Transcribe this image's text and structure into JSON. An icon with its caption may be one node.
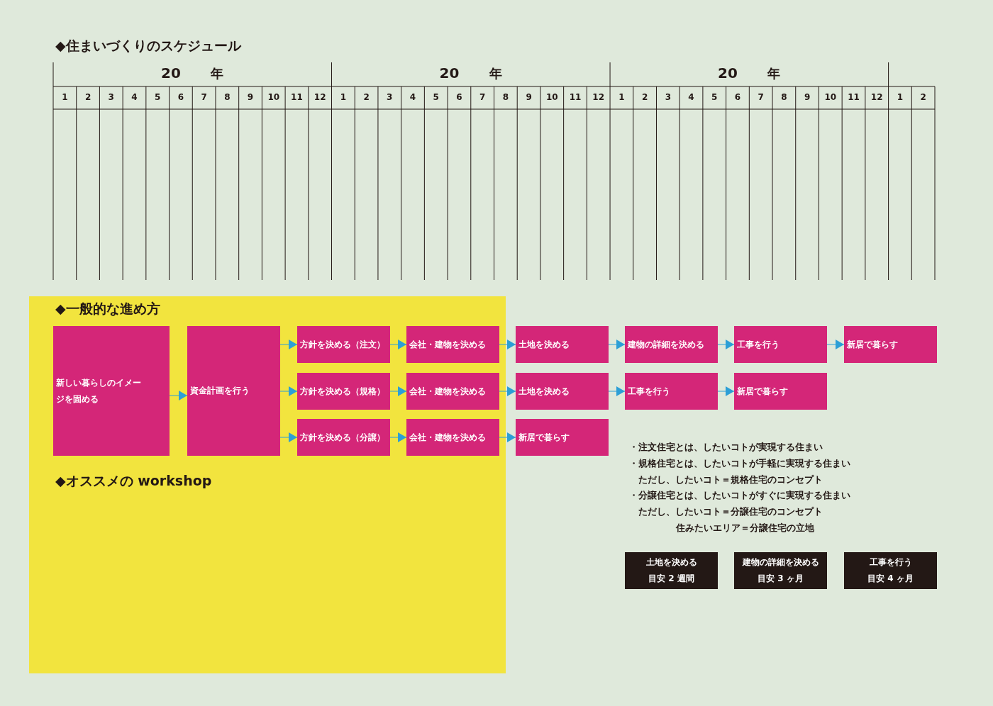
{
  "diagram": {
    "title": "◆住まいづくりのスケジュール",
    "nodes": [
      {
        "text": [
          "◆一般的な進め方",
          "◆オススメの workshop"
        ]
      },
      {
        "text": [
          "新しい暮らしのイメージを固める"
        ],
        "in": 0
      },
      {
        "text": [
          "資金計画を行う"
        ],
        "in": 0
      },
      {
        "text": [
          "方針を決める（注文）"
        ],
        "in": 0
      },
      {
        "text": [
          "会社・建物を決める"
        ],
        "in": 0
      },
      {
        "text": [
          "土地を決める"
        ]
      },
      {
        "text": [
          "建物の詳細を決める"
        ]
      },
      {
        "text": [
          "工事を行う"
        ]
      },
      {
        "text": [
          "新居で暮らす"
        ]
      },
      {
        "text": [
          "方針を決める（規格）"
        ],
        "in": 0
      },
      {
        "text": [
          "会社・建物を決める"
        ],
        "in": 0
      },
      {
        "text": [
          "土地を決める"
        ]
      },
      {
        "text": [
          "工事を行う"
        ]
      },
      {
        "text": [
          "新居で暮らす"
        ]
      },
      {
        "text": [
          "方針を決める（分譲）"
        ],
        "in": 0
      },
      {
        "text": [
          "会社・建物を決める"
        ],
        "in": 0
      },
      {
        "text": [
          "新居で暮らす"
        ]
      },
      {
        "text": [
          "土地を決める",
          "目安 2 週間"
        ]
      },
      {
        "text": [
          "建物の詳細を決める",
          "目安 3 ヶ月"
        ]
      },
      {
        "text": [
          "工事を行う",
          "目安 4 ヶ月"
        ]
      }
    ],
    "edges": [
      {
        "from": 1,
        "to": 2,
        "arrow": "to"
      },
      {
        "from": 2,
        "to": 3,
        "arrow": "to"
      },
      {
        "from": 2,
        "to": 9,
        "arrow": "to"
      },
      {
        "from": 2,
        "to": 14,
        "arrow": "to"
      },
      {
        "from": 3,
        "to": 4,
        "arrow": "to"
      },
      {
        "from": 4,
        "to": 5,
        "arrow": "to"
      },
      {
        "from": 5,
        "to": 6,
        "arrow": "to"
      },
      {
        "from": 6,
        "to": 7,
        "arrow": "to"
      },
      {
        "from": 7,
        "to": 8,
        "arrow": "to"
      },
      {
        "from": 9,
        "to": 10,
        "arrow": "to"
      },
      {
        "from": 10,
        "to": 11,
        "arrow": "to"
      },
      {
        "from": 11,
        "to": 12,
        "arrow": "to"
      },
      {
        "from": 12,
        "to": 13,
        "arrow": "to"
      },
      {
        "from": 14,
        "to": 15,
        "arrow": "to"
      },
      {
        "from": 15,
        "to": 16,
        "arrow": "to"
      }
    ],
    "labels": [
      "20",
      "年",
      "20",
      "年",
      "20",
      "年",
      "1",
      "2",
      "3",
      "4",
      "5",
      "6",
      "7",
      "8",
      "9",
      "10",
      "11",
      "12",
      "1",
      "2",
      "3",
      "4",
      "5",
      "6",
      "7",
      "8",
      "9",
      "10",
      "11",
      "12",
      "1",
      "2",
      "3",
      "4",
      "5",
      "6",
      "7",
      "8",
      "9",
      "10",
      "11",
      "12",
      "1",
      "2",
      "・注文住宅とは、したいコトが実現する住まい",
      "・規格住宅とは、したいコトが手軽に実現する住まい",
      "ただし、したいコト＝規格住宅のコンセプト",
      "・分譲住宅とは、したいコトがすぐに実現する住まい",
      "ただし、したいコト＝分譲住宅のコンセプト",
      "住みたいエリア＝分譲住宅の立地"
    ]
  }
}
